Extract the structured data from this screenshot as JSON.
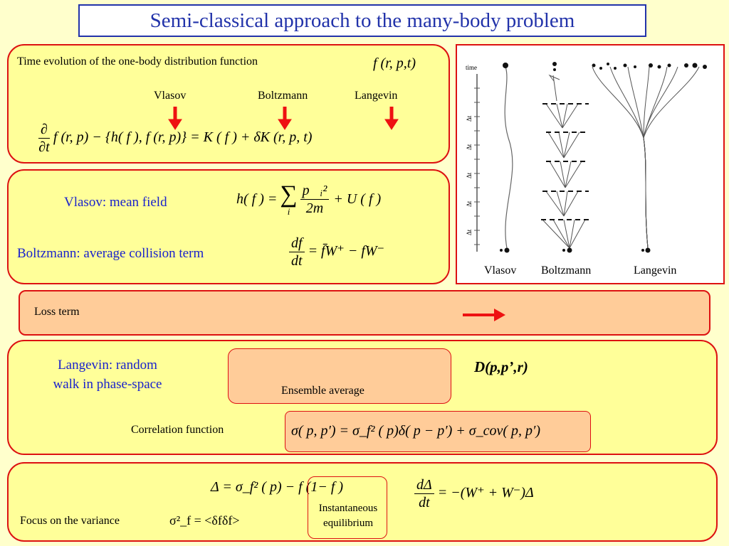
{
  "title": "Semi-classical approach to the many-body problem",
  "panel1": {
    "intro": "Time evolution of the one-body distribution function",
    "intro_math": "f (r, p,t)",
    "labels": [
      "Vlasov",
      "Boltzmann",
      "Langevin"
    ],
    "eq_frac_num": "∂",
    "eq_frac_den": "∂t",
    "eq_rest": "f (r, p) − {h( f ), f (r, p)} = K ( f ) + δK (r, p, t)"
  },
  "panel2": {
    "vlasov_label": "Vlasov: mean field",
    "vlasov_eq_left": "h( f ) = ",
    "sum_symbol": "∑",
    "sum_index": "i",
    "vlasov_eq_num": "p⃗ᵢ²",
    "vlasov_eq_den": "2m",
    "vlasov_eq_right": "+ U ( f )",
    "boltz_label": "Boltzmann: average collision term",
    "boltz_num": "df",
    "boltz_den": "dt",
    "boltz_rhs": "= f̄W⁺ − fW⁻"
  },
  "figure": {
    "time_label": "time",
    "dt_label": "Δt",
    "captions": [
      "Vlasov",
      "Boltzmann",
      "Langevin"
    ]
  },
  "panel3": {
    "text": "Loss term"
  },
  "panel4": {
    "langevin_line1": "Langevin: random",
    "langevin_line2": "walk in phase-space",
    "ensemble": "Ensemble average",
    "diffusion": "D(p,p’,r)",
    "correlation_label": "Correlation function",
    "correlation_eq": "σ( p, p′) = σ_f² ( p)δ( p − p′) + σ_cov( p, p′)"
  },
  "panel5": {
    "delta_eq": "Δ = σ_f² ( p) − f (1− f )",
    "inst_line1": "Instantaneous",
    "inst_line2": "equilibrium",
    "ddt_num": "dΔ",
    "ddt_den": "dt",
    "ddt_rhs": "= −(W⁺ + W⁻)Δ",
    "focus_text": "Focus on the variance",
    "focus_math": "σ²_f = <δfδf>"
  },
  "colors": {
    "title": "#2233aa",
    "border": "#dd1111",
    "panel_bg": "#ffff99",
    "page_bg": "#ffffcc",
    "box_orange": "#ffcc99",
    "blue_text": "#1a22cc",
    "arrow": "#ee1111"
  }
}
